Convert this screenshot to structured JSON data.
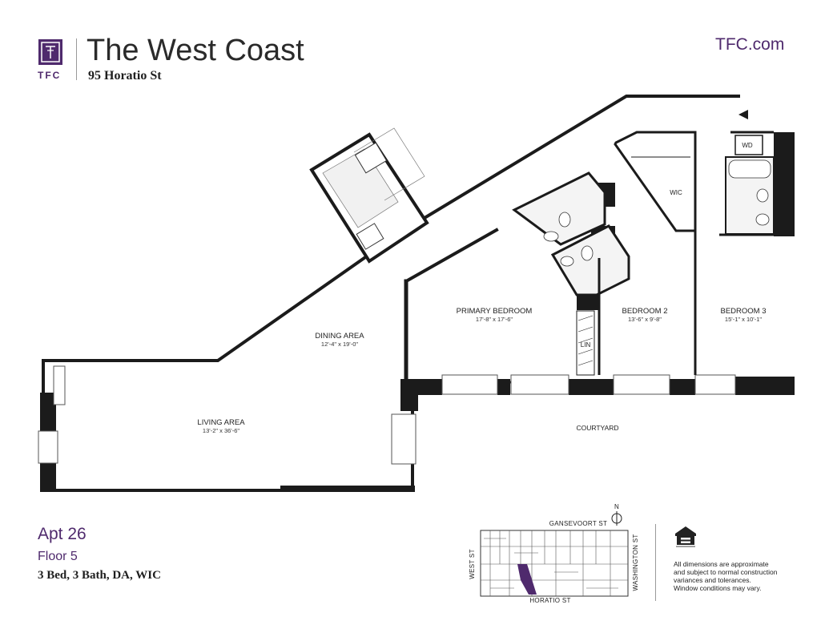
{
  "brand": {
    "abbreviation": "TFC",
    "website": "TFC.com",
    "accent_color": "#4f2a6d"
  },
  "building": {
    "name": "The West Coast",
    "address": "95 Horatio St"
  },
  "unit": {
    "apartment": "Apt 26",
    "floor": "Floor 5",
    "summary": "3 Bed, 3 Bath, DA, WIC"
  },
  "rooms": {
    "primary_bedroom": {
      "name": "PRIMARY BEDROOM",
      "dimensions": "17'-8\" x 17'-6\""
    },
    "bedroom_2": {
      "name": "BEDROOM 2",
      "dimensions": "13'-6\" x 9'-8\""
    },
    "bedroom_3": {
      "name": "BEDROOM 3",
      "dimensions": "15'-1\" x 10'-1\""
    },
    "dining_area": {
      "name": "DINING AREA",
      "dimensions": "12'-4\" x 19'-0\""
    },
    "living_area": {
      "name": "LIVING AREA",
      "dimensions": "13'-2\" x 36'-6\""
    },
    "courtyard": {
      "name": "COURTYARD"
    },
    "wic": {
      "name": "WIC"
    },
    "linen": {
      "name": "LIN"
    },
    "washer_dryer": {
      "name": "WD"
    }
  },
  "key_plan": {
    "north": "N",
    "streets": {
      "top": "GANSEVOORT ST",
      "bottom": "HORATIO ST",
      "left": "WEST ST",
      "right": "WASHINGTON ST"
    },
    "highlight_color": "#4f2a6d"
  },
  "disclaimer": [
    "All dimensions are approximate",
    "and subject to normal construction",
    "variances and tolerances.",
    "Window conditions may vary."
  ],
  "icons": {
    "logo": "tfc-logo-icon",
    "equal_housing": "equal-housing-opportunity-icon",
    "entry": "entry-arrow-icon",
    "north": "north-arrow-icon"
  }
}
